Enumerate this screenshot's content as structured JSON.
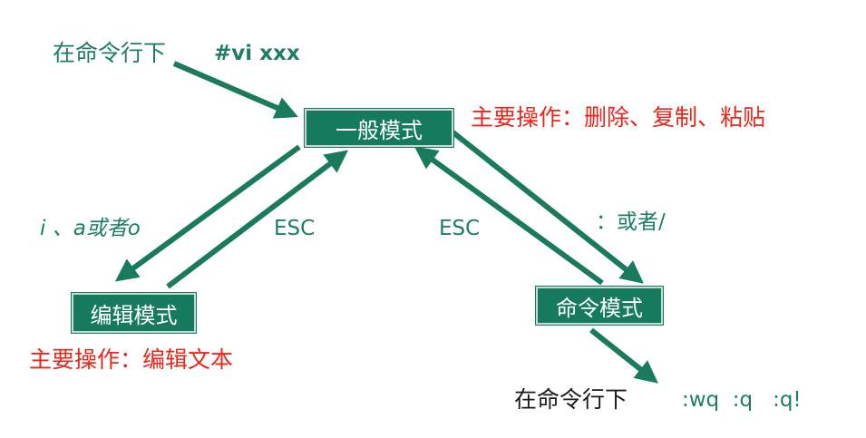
{
  "colors": {
    "teal": "#1e7d64",
    "box_fill": "#167a5e",
    "red": "#e8261c",
    "arrow": "#1a7a5e"
  },
  "nodes": {
    "normal_mode": "一般模式",
    "edit_mode": "编辑模式",
    "command_mode": "命令模式"
  },
  "labels": {
    "cmdline_top": "在命令行下",
    "vi_command": "#vi xxx",
    "normal_ops": "主要操作：删除、复制、粘贴",
    "enter_edit_keys": "i 、a或者o",
    "esc_left": "ESC",
    "esc_right": "ESC",
    "enter_cmd_keys": "：或者/",
    "edit_ops": "主要操作：编辑文本",
    "cmdline_bottom": "在命令行下",
    "quit_commands": ":wq  :q   :q!"
  }
}
